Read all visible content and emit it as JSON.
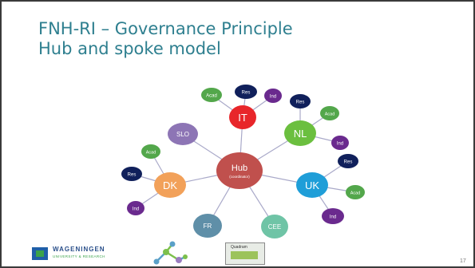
{
  "slide": {
    "title_line1": "FNH-RI – Governance Principle",
    "title_line2": "Hub and spoke model",
    "page_number": "17"
  },
  "diagram": {
    "hub": {
      "label": "Hub",
      "sublabel": "(coordinator)",
      "color": "#c0504d"
    },
    "nodes": [
      {
        "id": "it",
        "label": "IT",
        "color": "#e8262a"
      },
      {
        "id": "nl",
        "label": "NL",
        "color": "#6bbf3f"
      },
      {
        "id": "uk",
        "label": "UK",
        "color": "#1f9ed8"
      },
      {
        "id": "cee",
        "label": "CEE",
        "color": "#6fc4a6"
      },
      {
        "id": "fr",
        "label": "FR",
        "color": "#5f8fa8"
      },
      {
        "id": "dk",
        "label": "DK",
        "color": "#f2a15a"
      },
      {
        "id": "slo",
        "label": "SLO",
        "color": "#8d75b5"
      }
    ],
    "satellites": [
      {
        "parent": "it",
        "label": "Acad",
        "color": "#53a74b"
      },
      {
        "parent": "it",
        "label": "Res",
        "color": "#10205b"
      },
      {
        "parent": "it",
        "label": "Ind",
        "color": "#6a2a8e"
      },
      {
        "parent": "nl",
        "label": "Res",
        "color": "#10205b"
      },
      {
        "parent": "nl",
        "label": "Acad",
        "color": "#53a74b"
      },
      {
        "parent": "nl",
        "label": "Ind",
        "color": "#6a2a8e"
      },
      {
        "parent": "uk",
        "label": "Res",
        "color": "#10205b"
      },
      {
        "parent": "uk",
        "label": "Acad",
        "color": "#53a74b"
      },
      {
        "parent": "uk",
        "label": "Ind",
        "color": "#6a2a8e"
      },
      {
        "parent": "dk",
        "label": "Acad",
        "color": "#53a74b"
      },
      {
        "parent": "dk",
        "label": "Res",
        "color": "#10205b"
      },
      {
        "parent": "dk",
        "label": "Ind",
        "color": "#6a2a8e"
      }
    ],
    "edge_color": "#a9a9c9"
  },
  "footer": {
    "wur_name": "WAGENINGEN",
    "wur_sub": "UNIVERSITY & RESEARCH",
    "quadram_name": "Quadram"
  }
}
